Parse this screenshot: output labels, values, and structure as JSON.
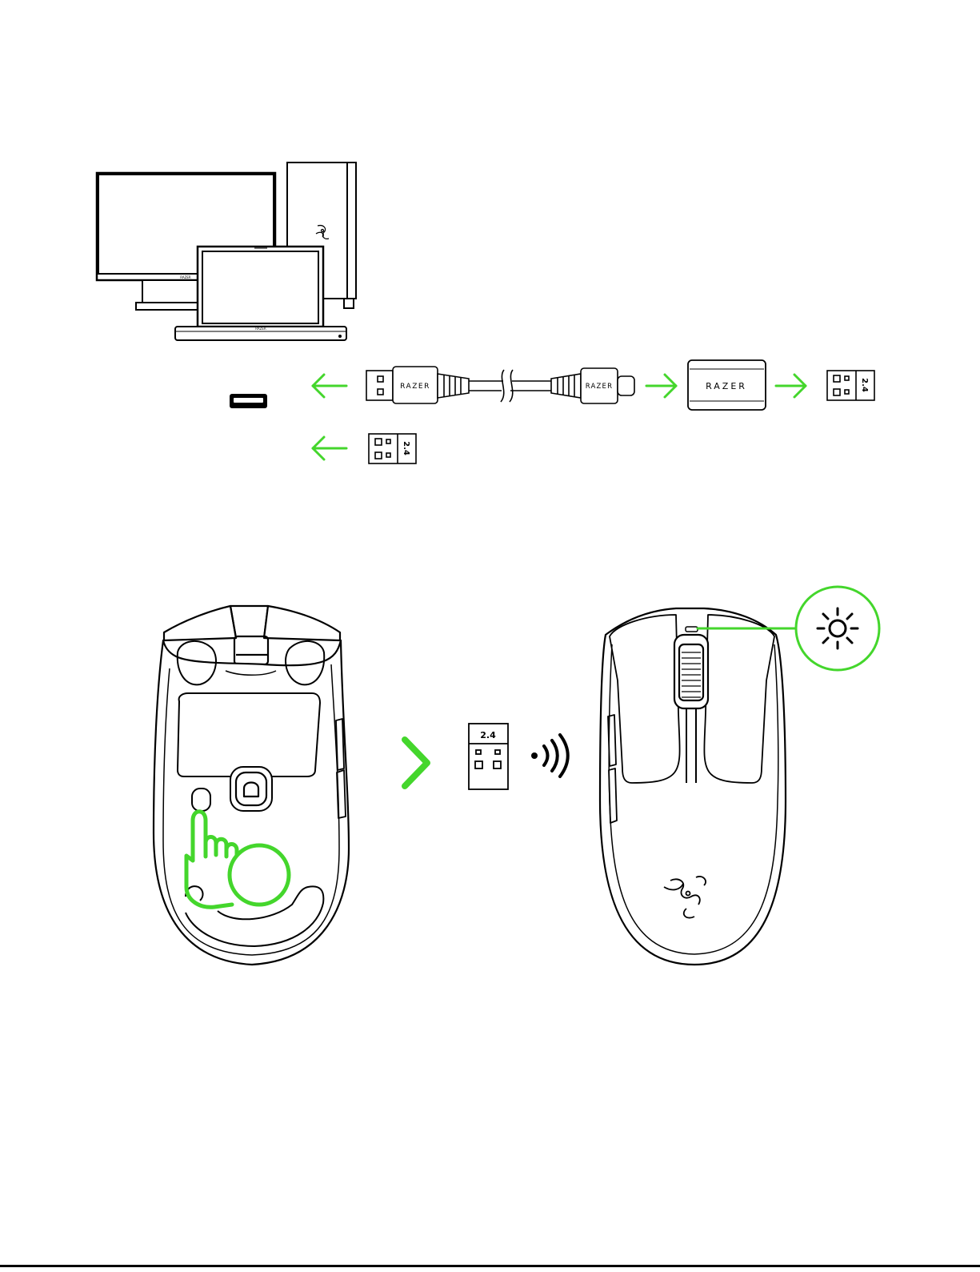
{
  "colors": {
    "accent_green": "#44d62c",
    "line": "#000000",
    "background": "#ffffff"
  },
  "brand": {
    "cable_usb_a_label": "RAZER",
    "cable_usb_c_label": "RAZER",
    "adapter_label": "RAZER",
    "monitor_label": "RAZER",
    "laptop_label": "RAZER"
  },
  "dongle": {
    "label": "2.4"
  },
  "icons": {
    "computer_setup": "monitor-desktop-laptop-icon",
    "usb_port": "usb-port-icon",
    "arrow": "arrow-left-icon",
    "cable": "usb-a-to-usb-c-cable-icon",
    "adapter": "dongle-extension-adapter-icon",
    "receiver": "wireless-receiver-icon",
    "mouse_bottom": "mouse-bottom-view-icon",
    "hand": "press-hand-icon",
    "chevron": "chevron-right-icon",
    "signal": "wireless-signal-icon",
    "mouse_top": "mouse-top-view-icon",
    "led": "led-glow-icon"
  }
}
